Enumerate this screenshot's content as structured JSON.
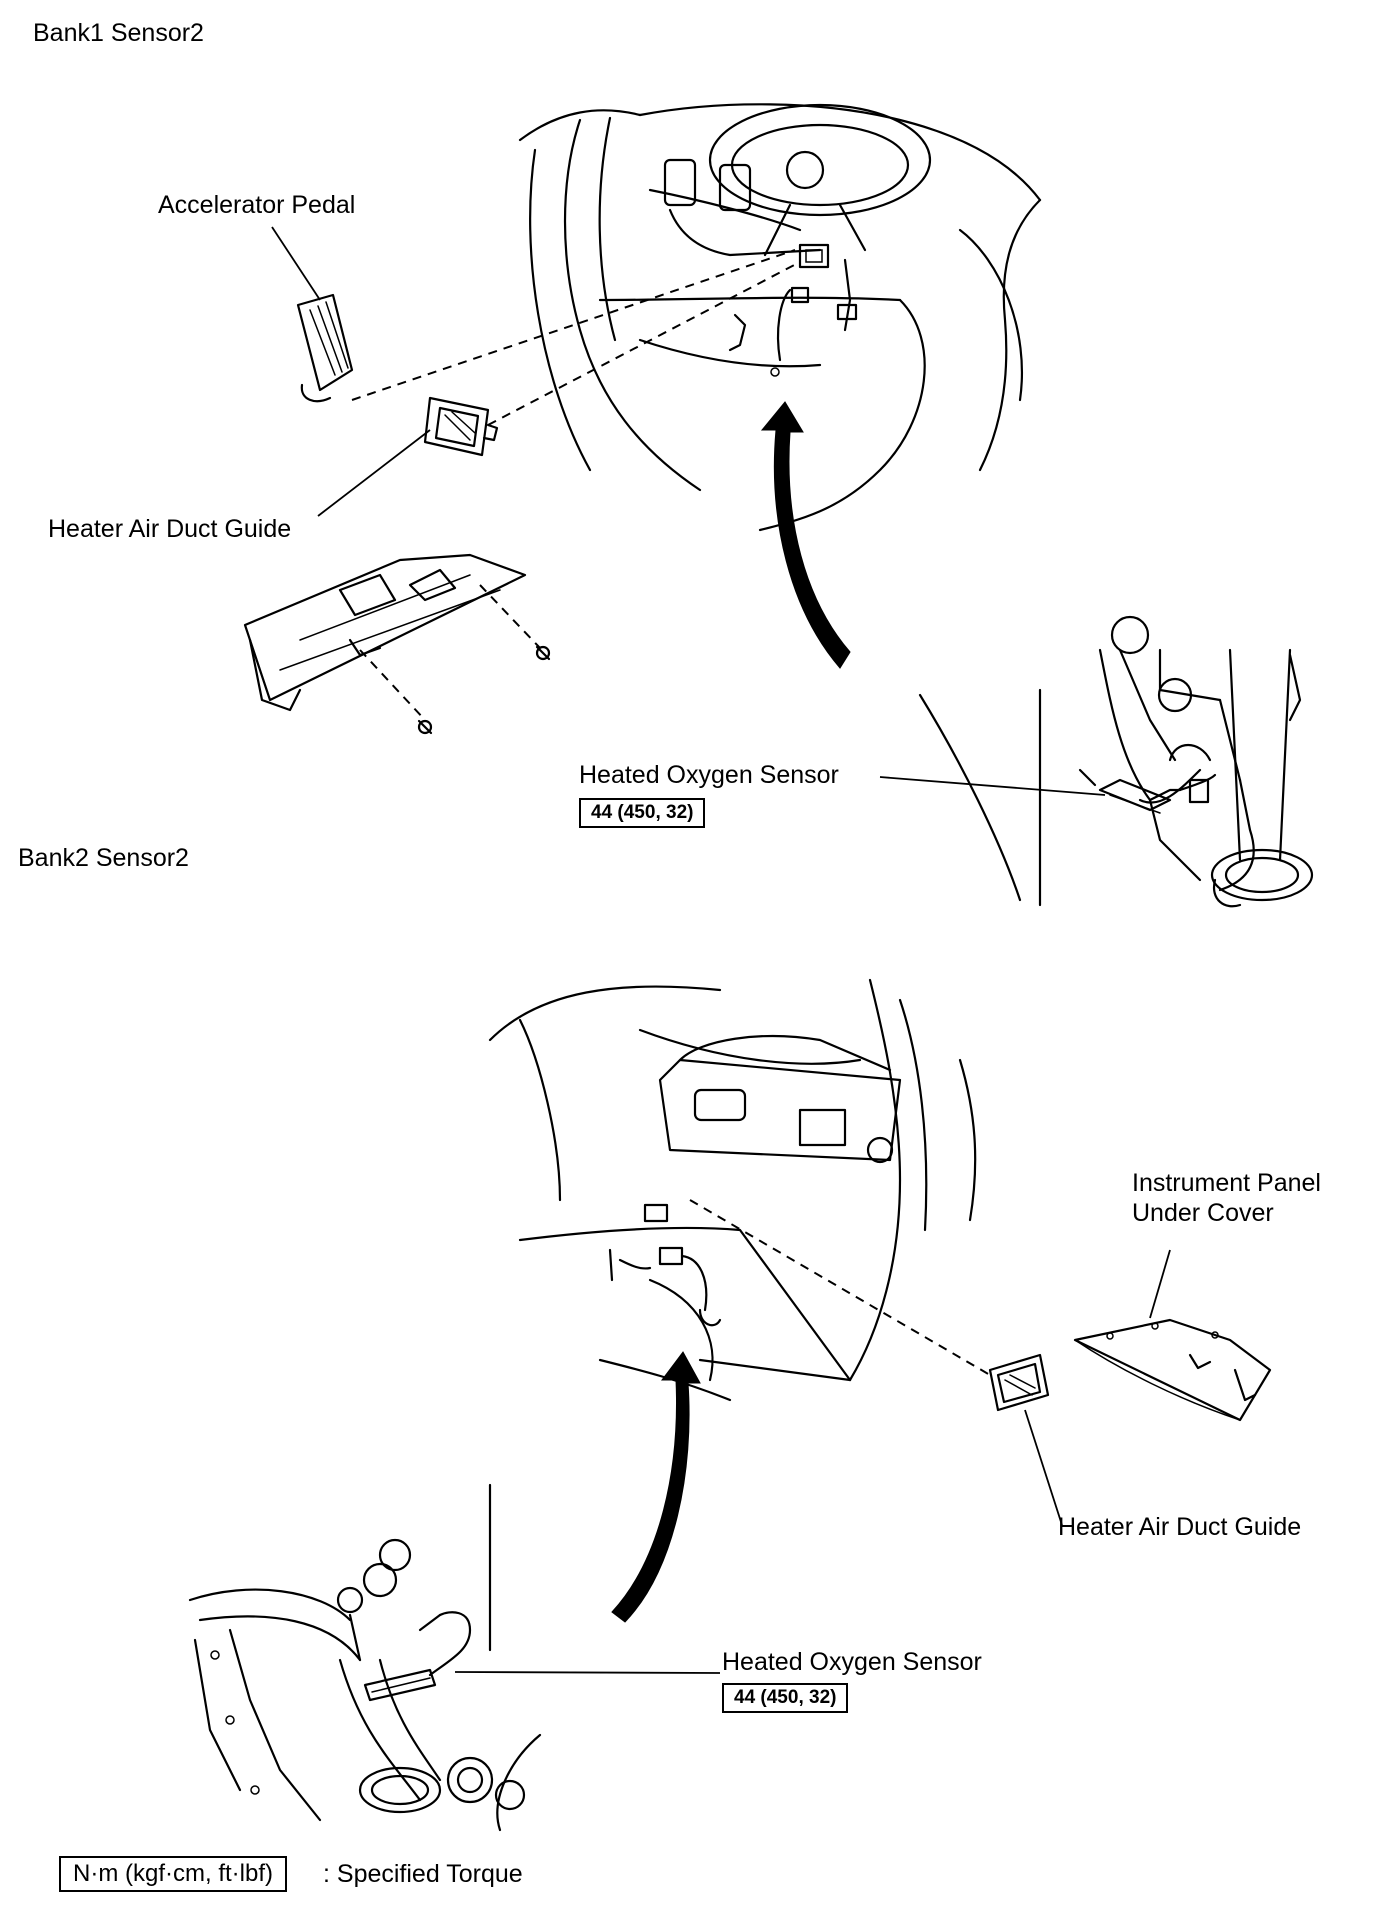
{
  "sections": {
    "bank1": {
      "title": "Bank1 Sensor2",
      "labels": {
        "accelerator_pedal": "Accelerator Pedal",
        "heater_air_duct_guide": "Heater Air Duct Guide",
        "heated_oxygen_sensor": "Heated Oxygen Sensor"
      },
      "torque": "44 (450, 32)"
    },
    "bank2": {
      "title": "Bank2 Sensor2",
      "labels": {
        "instrument_panel_line1": "Instrument Panel",
        "instrument_panel_line2": "Under Cover",
        "heater_air_duct_guide": "Heater Air Duct Guide",
        "heated_oxygen_sensor": "Heated Oxygen Sensor"
      },
      "torque": "44 (450, 32)"
    }
  },
  "legend": {
    "unit_box": "N·m (kgf·cm, ft·lbf)",
    "meaning": ": Specified Torque"
  }
}
